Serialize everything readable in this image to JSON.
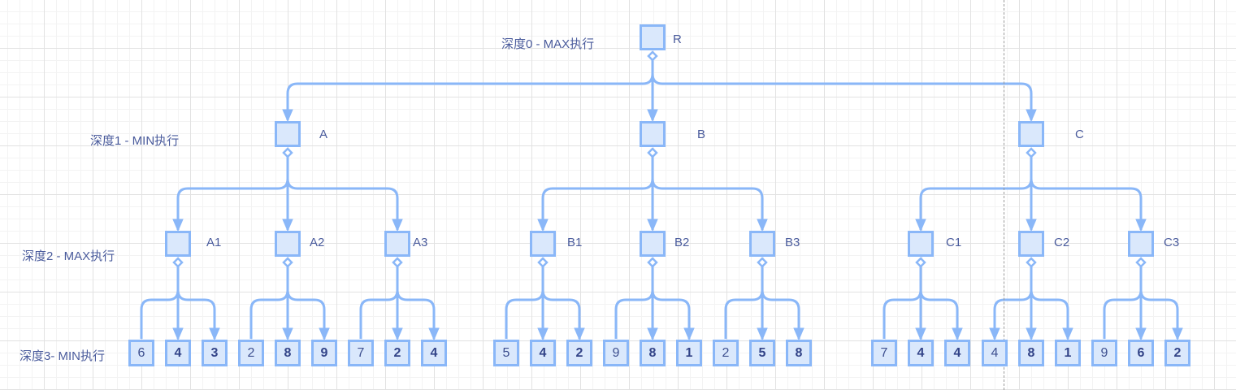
{
  "colors": {
    "node_fill": "#dae8fc",
    "node_stroke": "#8ab7f8",
    "edge": "#8ab7f8",
    "text": "#4a5b9c"
  },
  "depth_labels": [
    "深度0 - MAX执行",
    "深度1 - MIN执行",
    "深度2 - MAX执行",
    "深度3- MIN执行"
  ],
  "tree": {
    "root": {
      "label": "R"
    },
    "level1": [
      {
        "label": "A"
      },
      {
        "label": "B"
      },
      {
        "label": "C"
      }
    ],
    "level2": [
      {
        "label": "A1",
        "parent": "A"
      },
      {
        "label": "A2",
        "parent": "A"
      },
      {
        "label": "A3",
        "parent": "A"
      },
      {
        "label": "B1",
        "parent": "B"
      },
      {
        "label": "B2",
        "parent": "B"
      },
      {
        "label": "B3",
        "parent": "B"
      },
      {
        "label": "C1",
        "parent": "C"
      },
      {
        "label": "C2",
        "parent": "C"
      },
      {
        "label": "C3",
        "parent": "C"
      }
    ],
    "leaves": [
      {
        "value": "6",
        "bold": false
      },
      {
        "value": "4",
        "bold": true
      },
      {
        "value": "3",
        "bold": true
      },
      {
        "value": "2",
        "bold": false
      },
      {
        "value": "8",
        "bold": true
      },
      {
        "value": "9",
        "bold": true
      },
      {
        "value": "7",
        "bold": false
      },
      {
        "value": "2",
        "bold": true
      },
      {
        "value": "4",
        "bold": true
      },
      {
        "value": "5",
        "bold": false
      },
      {
        "value": "4",
        "bold": true
      },
      {
        "value": "2",
        "bold": true
      },
      {
        "value": "9",
        "bold": false
      },
      {
        "value": "8",
        "bold": true
      },
      {
        "value": "1",
        "bold": true
      },
      {
        "value": "2",
        "bold": false
      },
      {
        "value": "5",
        "bold": true
      },
      {
        "value": "8",
        "bold": true
      },
      {
        "value": "7",
        "bold": false
      },
      {
        "value": "4",
        "bold": true
      },
      {
        "value": "4",
        "bold": true
      },
      {
        "value": "4",
        "bold": false
      },
      {
        "value": "8",
        "bold": true
      },
      {
        "value": "1",
        "bold": true
      },
      {
        "value": "9",
        "bold": false
      },
      {
        "value": "6",
        "bold": true
      },
      {
        "value": "2",
        "bold": true
      }
    ]
  }
}
